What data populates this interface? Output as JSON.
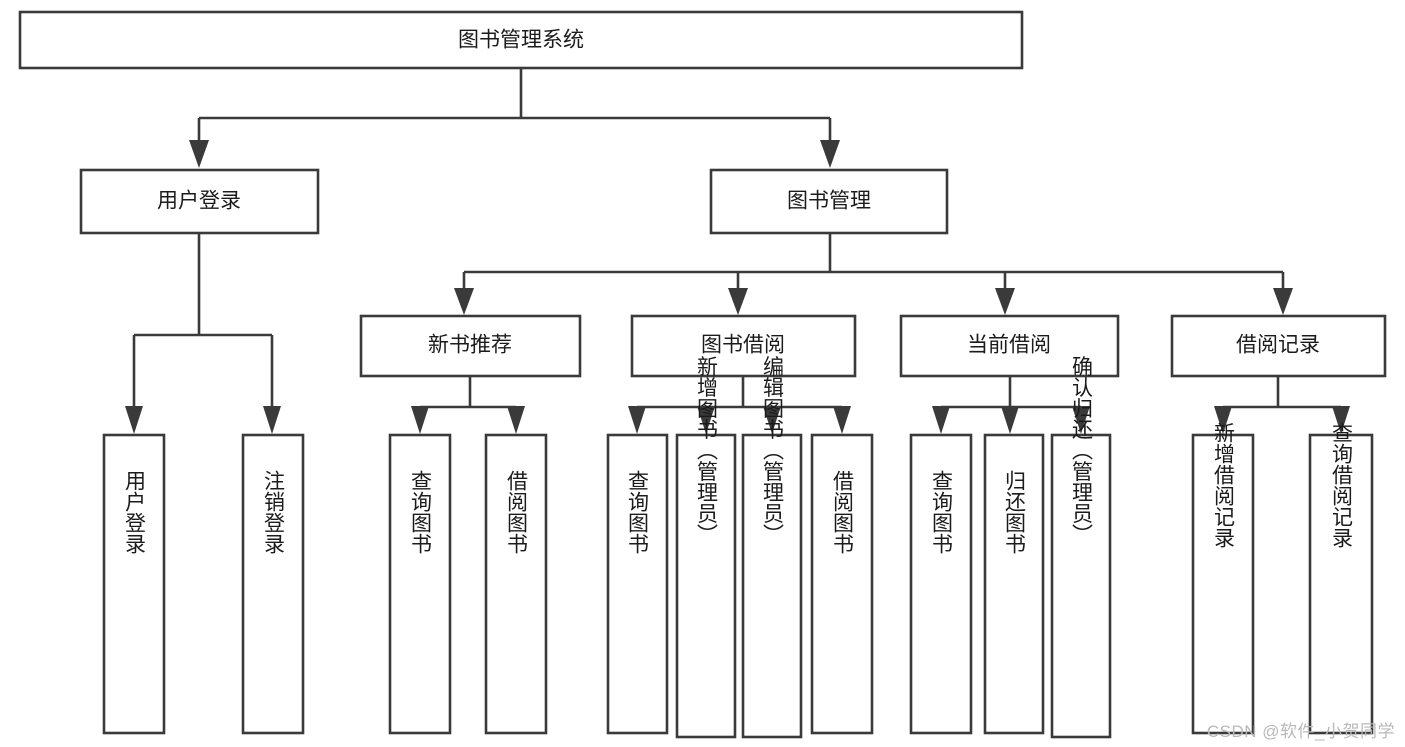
{
  "diagram": {
    "type": "tree-hierarchy-chart",
    "title": "图书管理系统",
    "watermark": "CSDN @软件_小贺同学",
    "colors": {
      "stroke": "#3a3a3a",
      "fill": "#ffffff",
      "text": "#1b1b1b",
      "watermark": "#b9b9b9"
    },
    "root": {
      "label": "图书管理系统"
    },
    "level1": [
      {
        "label": "用户登录"
      },
      {
        "label": "图书管理"
      }
    ],
    "level2": [
      {
        "label": "新书推荐"
      },
      {
        "label": "图书借阅"
      },
      {
        "label": "当前借阅"
      },
      {
        "label": "借阅记录"
      }
    ],
    "leaves": {
      "user_login": [
        {
          "label": "用户登录"
        },
        {
          "label": "注销登录"
        }
      ],
      "new_book_recommend": [
        {
          "label": "查询图书"
        },
        {
          "label": "借阅图书"
        }
      ],
      "book_borrow": [
        {
          "label": "查询图书"
        },
        {
          "label": "新增图书（管理员）"
        },
        {
          "label": "编辑图书（管理员）"
        },
        {
          "label": "借阅图书"
        }
      ],
      "current_borrow": [
        {
          "label": "查询图书"
        },
        {
          "label": "归还图书"
        },
        {
          "label": "确认归还（管理员）"
        }
      ],
      "borrow_record": [
        {
          "label": "新增借阅记录"
        },
        {
          "label": "查询借阅记录"
        }
      ]
    }
  }
}
